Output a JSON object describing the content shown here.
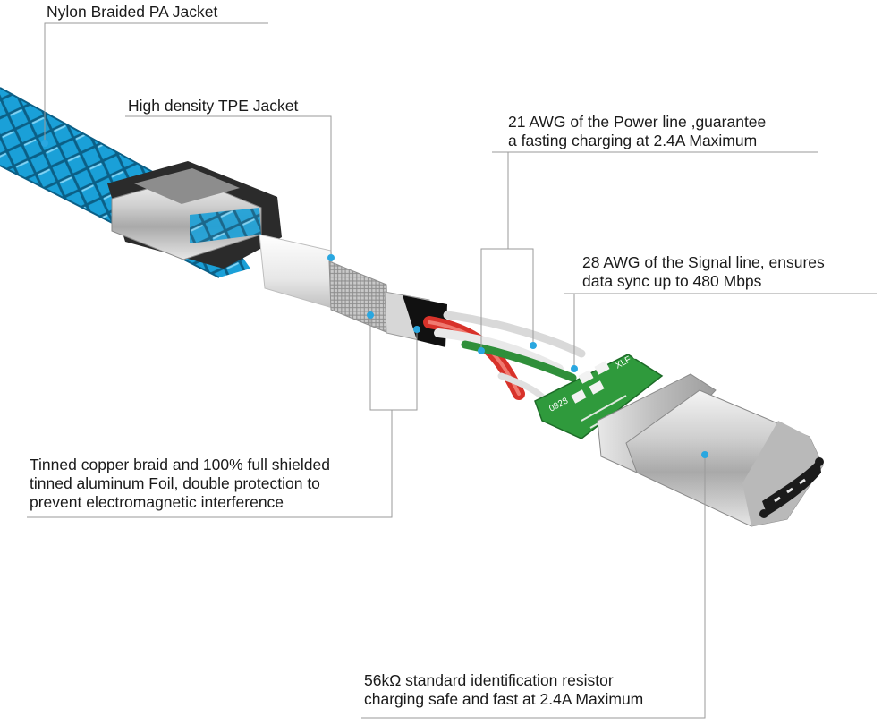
{
  "callouts": {
    "nylon_jacket": {
      "lines": [
        "Nylon Braided PA Jacket"
      ]
    },
    "tpe_jacket": {
      "lines": [
        "High density TPE Jacket"
      ]
    },
    "power_line": {
      "lines": [
        "21 AWG of the Power line ,guarantee",
        "a fasting charging at 2.4A Maximum"
      ]
    },
    "signal_line": {
      "lines": [
        "28 AWG of the Signal line, ensures",
        "data sync up to 480 Mbps"
      ]
    },
    "shielding": {
      "lines": [
        "Tinned copper braid and 100% full shielded",
        "tinned aluminum Foil, double protection to",
        "prevent electromagnetic interference"
      ]
    },
    "resistor": {
      "lines": [
        "56kΩ    standard identification resistor",
        "charging safe and fast at 2.4A Maximum"
      ]
    }
  },
  "pcb": {
    "marking_1": "XLF C",
    "marking_2": "0928"
  },
  "colors": {
    "braid": "#1aa0d8",
    "braid_dark": "#0b5f86",
    "pcb": "#2f9a3c",
    "power_wire": "#d8322a",
    "signal_wire": "#2f8f3a",
    "callout_dot": "#2aa7e0",
    "leader_line": "#9a9a9a"
  }
}
